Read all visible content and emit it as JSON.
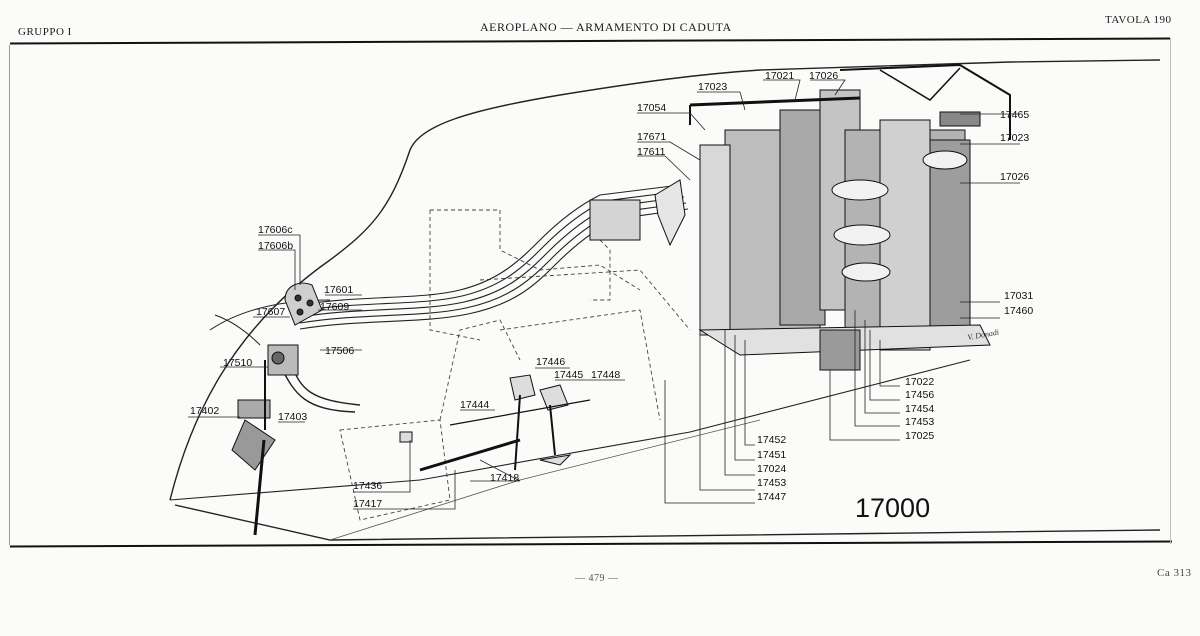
{
  "header": {
    "left": "GRUPPO I",
    "center": "AEROPLANO — ARMAMENTO DI CADUTA",
    "right": "TAVOLA 190"
  },
  "footer": {
    "page": "— 479 —",
    "ref": "Ca 313"
  },
  "diagram": {
    "assembly_number": "17000",
    "labels": {
      "l17023a": "17023",
      "l17021": "17021",
      "l17026a": "17026",
      "l17054": "17054",
      "l17671": "17671",
      "l17611": "17611",
      "l17465": "17465",
      "l17023b": "17023",
      "l17026b": "17026",
      "l17606c": "17606c",
      "l17606b": "17606b",
      "l17601": "17601",
      "l17609": "17609",
      "l17607": "17607",
      "l17506": "17506",
      "l17510": "17510",
      "l17402": "17402",
      "l17403": "17403",
      "l17446": "17446",
      "l17445": "17445",
      "l17448": "17448",
      "l17444": "17444",
      "l17436": "17436",
      "l17418": "17418",
      "l17417": "17417",
      "l17031": "17031",
      "l17460": "17460",
      "l17022": "17022",
      "l17456": "17456",
      "l17454": "17454",
      "l17453a": "17453",
      "l17025": "17025",
      "l17452": "17452",
      "l17451": "17451",
      "l17024": "17024",
      "l17453b": "17453",
      "l17447": "17447"
    },
    "signature": "V. Donadi"
  }
}
